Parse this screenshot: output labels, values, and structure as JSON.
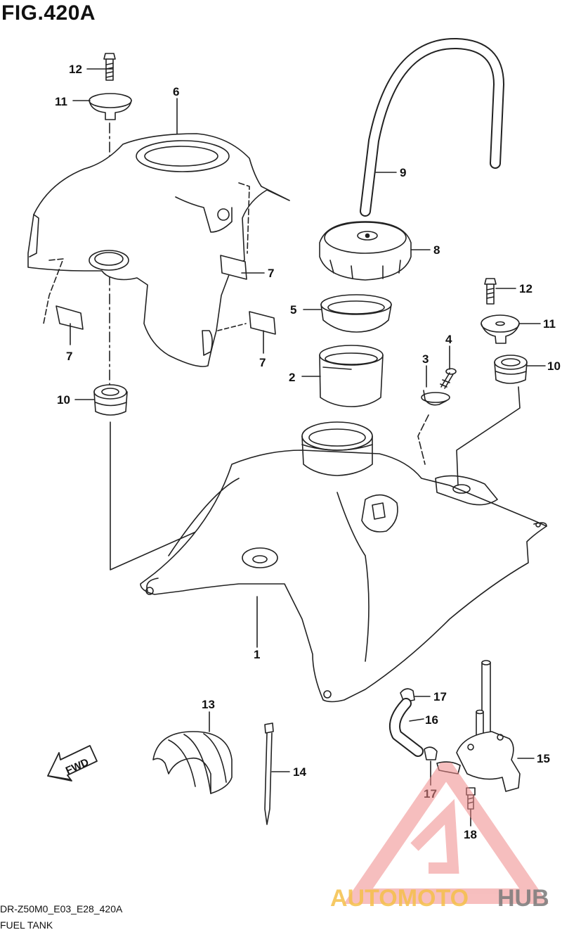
{
  "figure_title": "FIG.420A",
  "footer": {
    "code": "DR-Z50M0_E03_E28_420A",
    "title": "FUEL TANK"
  },
  "fwd_label": "FWD",
  "watermark": {
    "text_a": "AUTOMOTO",
    "text_b": "HUB",
    "colors": {
      "primary": "#f08a8a",
      "secondary": "#f5c04a",
      "dark": "#7a7a7a"
    }
  },
  "callouts": {
    "c1": "1",
    "c2": "2",
    "c3": "3",
    "c4": "4",
    "c5": "5",
    "c6": "6",
    "c7a": "7",
    "c7b": "7",
    "c7c": "7",
    "c8": "8",
    "c9": "9",
    "c10a": "10",
    "c10b": "10",
    "c11a": "11",
    "c11b": "11",
    "c12a": "12",
    "c12b": "12",
    "c13": "13",
    "c14": "14",
    "c15": "15",
    "c16": "16",
    "c17a": "17",
    "c17b": "17",
    "c18": "18"
  }
}
